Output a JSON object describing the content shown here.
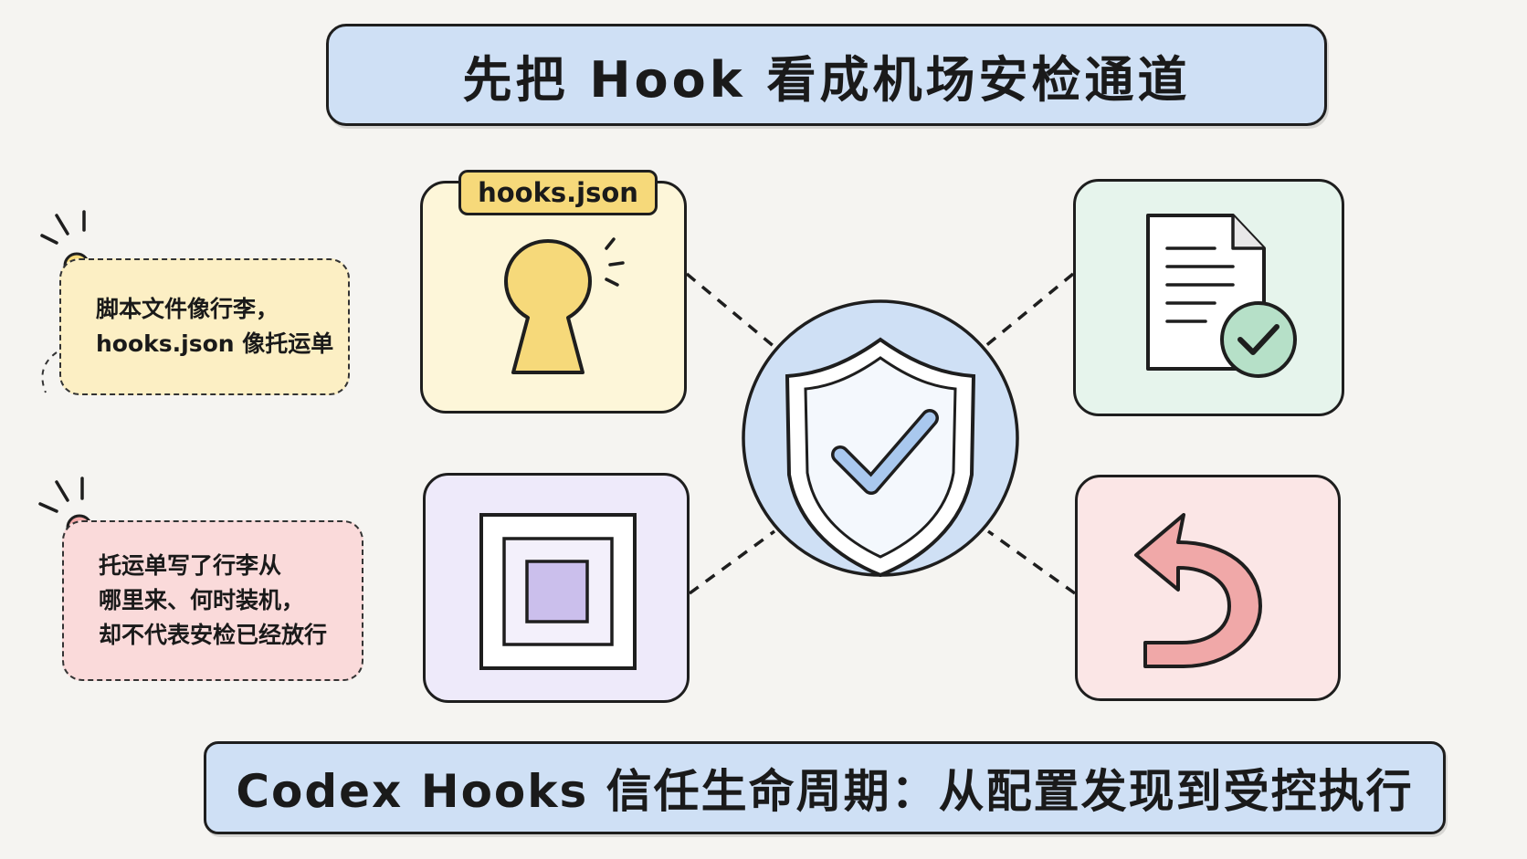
{
  "title": "先把 Hook 看成机场安检通道",
  "footer": "Codex Hooks 信任生命周期：从配置发现到受控执行",
  "file_tab": "hooks.json",
  "notes": [
    {
      "lines": [
        "脚本文件像行李，",
        "hooks.json 像托运单"
      ]
    },
    {
      "lines": [
        "托运单写了行李从",
        "哪里来、何时装机，",
        "却不代表安检已经放行"
      ]
    }
  ],
  "icons": {
    "center": "shield-check-icon",
    "top_left": "keyhole-icon",
    "top_right": "document-check-icon",
    "bottom_left": "nested-square-icon",
    "bottom_right": "undo-arrow-icon"
  },
  "colors": {
    "blue": "#cfe0f5",
    "yellow": "#fdf6d9",
    "green": "#e6f4ec",
    "purple": "#eeeafa",
    "pink": "#fbe6e6",
    "accent_blue": "#a9c8ee"
  }
}
